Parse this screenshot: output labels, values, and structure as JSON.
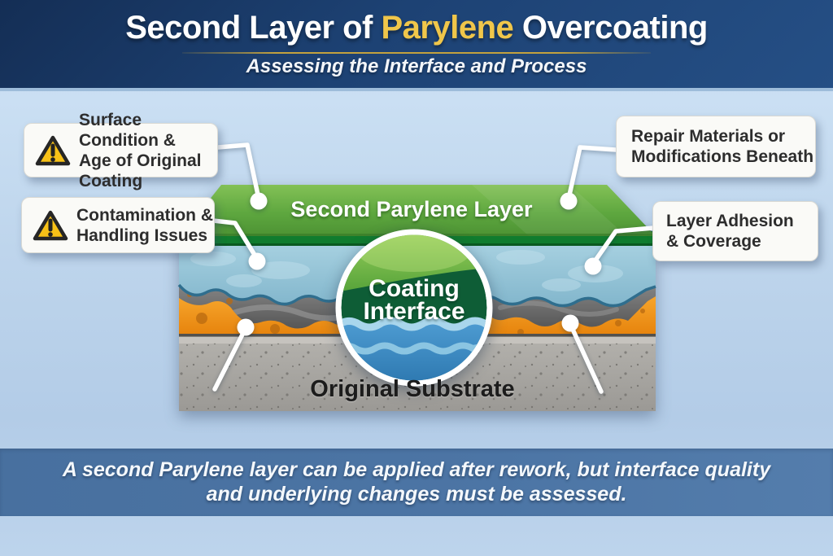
{
  "header": {
    "title_part1": "Second Layer of",
    "title_highlight": " Parylene ",
    "title_part2": "Overcoating",
    "subtitle": "Assessing the Interface and Process"
  },
  "diagram": {
    "layer_labels": {
      "second_parylene": "Second Parylene Layer",
      "original_substrate": "Original Substrate"
    },
    "interface_badge": {
      "line1": "Coating",
      "line2": "Interface"
    },
    "callouts": [
      {
        "id": "surface-condition",
        "icon": "warning-triangle-icon",
        "line1": "Surface Condition &",
        "line2": "Age of Original Coating"
      },
      {
        "id": "contamination",
        "icon": "warning-triangle-icon",
        "line1": "Contamination &",
        "line2": "Handling Issues"
      },
      {
        "id": "repair-materials",
        "line1": "Repair Materials or",
        "line2": "Modifications Beneath"
      },
      {
        "id": "layer-adhesion",
        "line1": "Layer Adhesion",
        "line2": "& Coverage"
      }
    ]
  },
  "footer": {
    "line1": "A second Parylene layer can be applied after rework, but interface quality",
    "line2": "and underlying changes must be assessed."
  },
  "colors": {
    "banner_navy": "#1d4274",
    "accent_gold": "#f0c64a",
    "parylene_green": "#5aa03c",
    "dark_green_band": "#107c2e",
    "coating_blue": "#93c3d8",
    "conformal_orange": "#f0941f",
    "void_gray": "#5f5f5f",
    "substrate_gray": "#a9a7a2",
    "footer_band_blue": "#4a73a3",
    "warning_yellow": "#f7c117"
  }
}
